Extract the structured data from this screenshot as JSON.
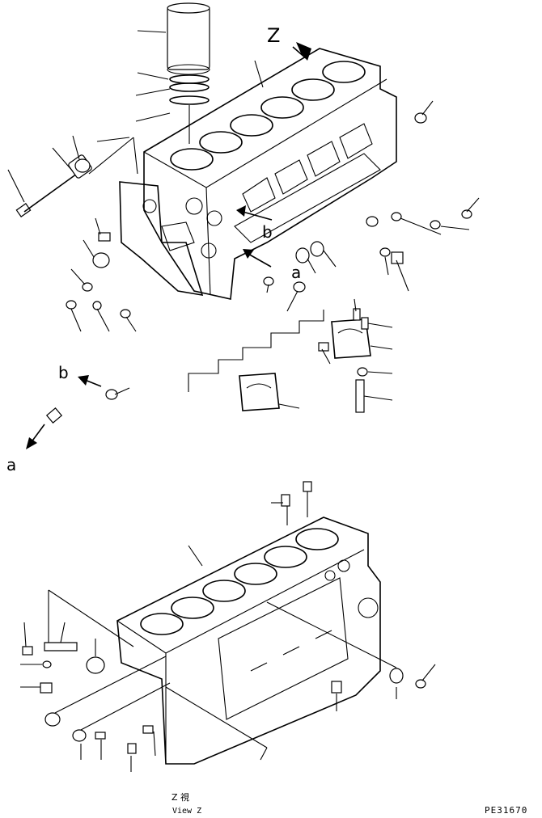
{
  "view_arrow_label": "Z",
  "callout_a": "a",
  "callout_b": "b",
  "view_caption_jp": "Z  視",
  "view_caption_en": "View Z",
  "drawing_number": "PE31670"
}
